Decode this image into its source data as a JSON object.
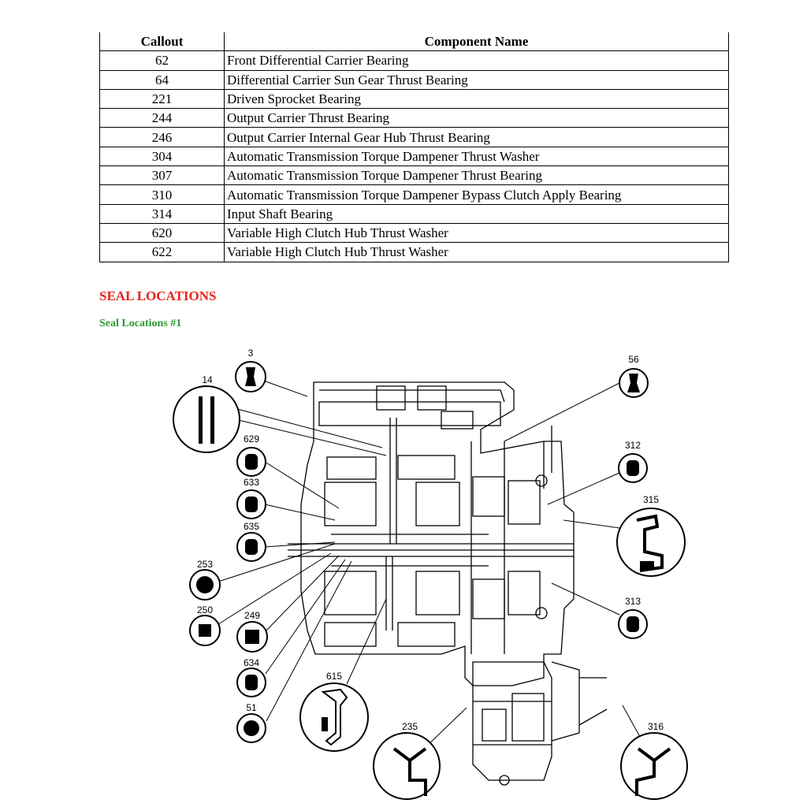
{
  "table": {
    "headers": {
      "callout": "Callout",
      "component": "Component Name"
    },
    "rows": [
      {
        "callout": "62",
        "name": "Front Differential Carrier Bearing"
      },
      {
        "callout": "64",
        "name": "Differential Carrier Sun Gear Thrust Bearing"
      },
      {
        "callout": "221",
        "name": "Driven Sprocket Bearing"
      },
      {
        "callout": "244",
        "name": "Output Carrier Thrust Bearing"
      },
      {
        "callout": "246",
        "name": "Output Carrier Internal Gear Hub Thrust Bearing"
      },
      {
        "callout": "304",
        "name": "Automatic Transmission Torque Dampener Thrust Washer"
      },
      {
        "callout": "307",
        "name": "Automatic Transmission Torque Dampener Thrust Bearing"
      },
      {
        "callout": "310",
        "name": "Automatic Transmission Torque Dampener Bypass Clutch Apply Bearing"
      },
      {
        "callout": "314",
        "name": "Input Shaft Bearing"
      },
      {
        "callout": "620",
        "name": "Variable High Clutch Hub Thrust Washer"
      },
      {
        "callout": "622",
        "name": "Variable High Clutch Hub Thrust Washer"
      }
    ]
  },
  "headings": {
    "section": "SEAL LOCATIONS",
    "subsection": "Seal Locations #1"
  },
  "diagram": {
    "callouts": {
      "c3": "3",
      "c14": "14",
      "c56": "56",
      "c629": "629",
      "c633": "633",
      "c635": "635",
      "c253": "253",
      "c250": "250",
      "c249": "249",
      "c634": "634",
      "c51": "51",
      "c615": "615",
      "c235": "235",
      "c312": "312",
      "c315": "315",
      "c313": "313",
      "c316": "316"
    }
  },
  "colors": {
    "section_heading": "#e8231b",
    "subsection_heading": "#2e9a34"
  }
}
